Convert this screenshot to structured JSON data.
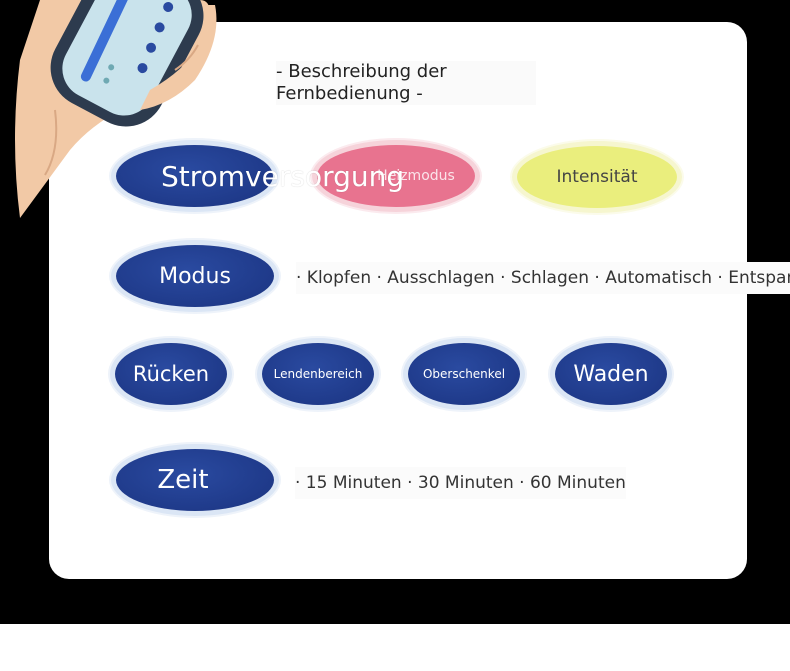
{
  "title": "- Beschreibung der Fernbedienung -",
  "buttons": {
    "power": "Stromversorgung",
    "heat": "Heizmodus",
    "intensity": "Intensität",
    "mode": "Modus",
    "back": "Rücken",
    "lumbar": "Lendenbereich",
    "thigh": "Oberschenkel",
    "calves": "Waden",
    "time": "Zeit"
  },
  "mode_options": "· Klopfen · Ausschlagen · Schlagen · Automatisch · Entspannt",
  "time_options": "· 15 Minuten · 30 Minuten · 60 Minuten",
  "colors": {
    "background": "#000000",
    "card": "#ffffff",
    "blue_button": "#1f3a8a",
    "pink_button": "#e8738f",
    "yellow_button": "#eaee7d"
  },
  "icons": {
    "hand": "hand-holding-remote"
  }
}
